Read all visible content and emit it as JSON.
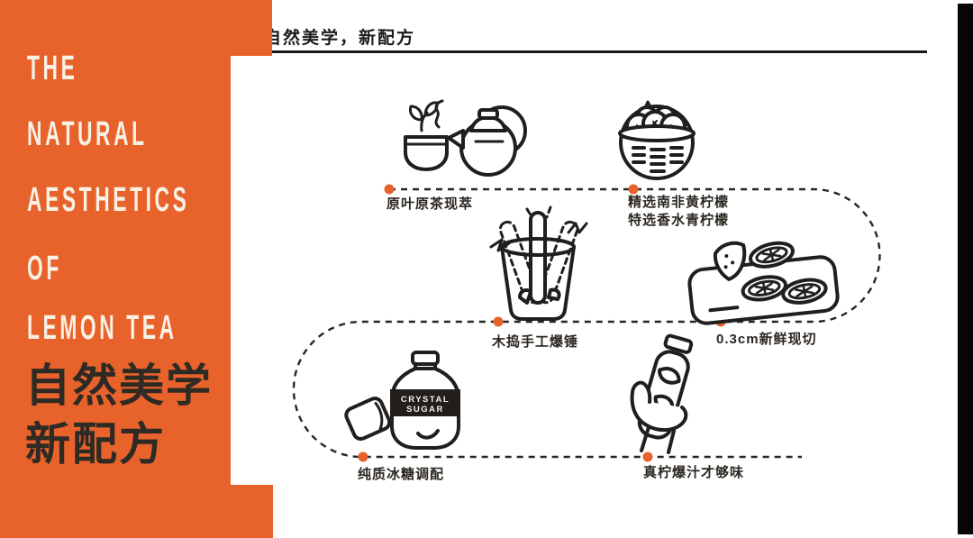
{
  "sidebar": {
    "bg_color": "#E8622C",
    "title_lines": [
      "THE",
      "NATURAL",
      "AESTHETICS",
      "OF",
      "LEMON TEA"
    ],
    "subtitle_line1": "自然美学",
    "subtitle_line2": "新配方"
  },
  "header": {
    "title": "自然美学，新配方"
  },
  "diagram": {
    "accent_color": "#E8622C",
    "ink_color": "#1f1f1f",
    "steps": [
      {
        "label": "原叶原茶现萃"
      },
      {
        "label": "精选南非黄柠檬",
        "label2": "特选香水青柠檬"
      },
      {
        "label": "木捣手工爆锤"
      },
      {
        "label": "0.3cm新鲜现切"
      },
      {
        "label": "纯质冰糖调配"
      },
      {
        "label": "真柠爆汁才够味"
      }
    ],
    "jar_text_line1": "CRYSTAL",
    "jar_text_line2": "SUGAR"
  }
}
